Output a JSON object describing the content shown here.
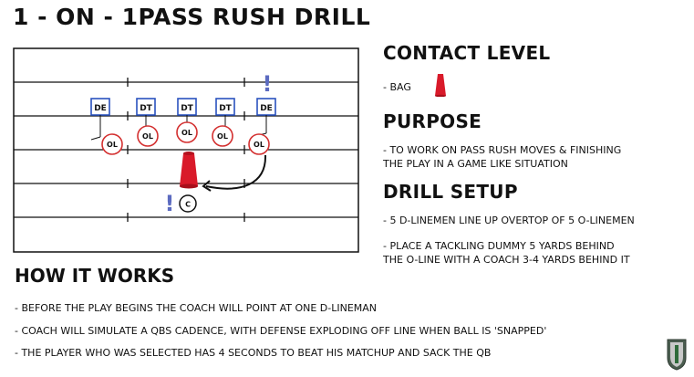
{
  "title": "1 - on - 1Pass rush drill",
  "diagram": {
    "positions": [
      {
        "label": "DE"
      },
      {
        "label": "DT"
      },
      {
        "label": "DT"
      },
      {
        "label": "DT"
      },
      {
        "label": "DE"
      }
    ],
    "linemen": [
      {
        "label": "OL"
      },
      {
        "label": "OL"
      },
      {
        "label": "OL"
      },
      {
        "label": "OL"
      },
      {
        "label": "OL"
      }
    ],
    "coach": {
      "label": "C"
    },
    "selected_marker": "!",
    "colors": {
      "defense": "#2a52be",
      "offense": "#d32f2f",
      "bag": "#d91a2a",
      "marker": "#5c6bc0"
    }
  },
  "contact": {
    "heading": "Contact Level",
    "text": "- BAG"
  },
  "purpose": {
    "heading": "Purpose",
    "lines": [
      "- TO WORK ON PASS RUSH MOVES & FINISHING",
      "THE PLAY IN A GAME LIKE SITUATION"
    ]
  },
  "setup": {
    "heading": "Drill Setup",
    "item1": "- 5 D-LINEMEN LINE UP OVERTOP OF 5 O-LINEMEN",
    "item2_lines": [
      "- PLACE A TACKLING DUMMY 5 YARDS BEHIND",
      "THE O-LINE WITH A COACH 3-4 YARDS BEHIND IT"
    ]
  },
  "how": {
    "heading": "How it works",
    "items": [
      "- BEFORE THE PLAY BEGINS THE COACH WILL POINT AT ONE D-LINEMAN",
      "- COACH WILL SIMULATE A QBS CADENCE, WITH DEFENSE EXPLODING OFF LINE WHEN BALL IS 'SNAPPED'",
      "- THE PLAYER WHO WAS SELECTED HAS 4 SECONDS TO BEAT HIS MATCHUP AND SACK THE QB"
    ]
  }
}
